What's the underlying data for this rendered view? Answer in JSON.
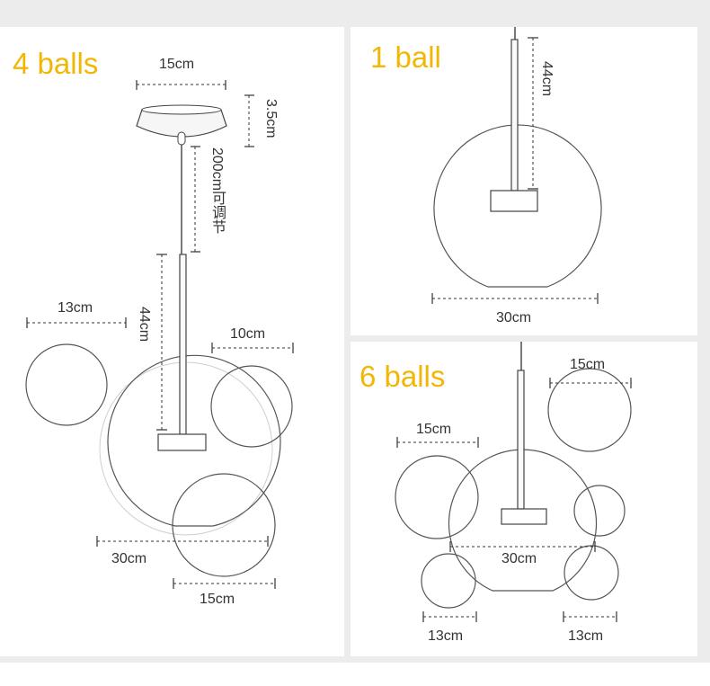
{
  "panels": {
    "four_balls": {
      "title": "4 balls",
      "canopy_width": "15cm",
      "canopy_height": "3.5cm",
      "cable_length": "200cm可调节",
      "rod_length": "44cm",
      "left_ball": "13cm",
      "right_ball": "10cm",
      "main_ball": "30cm",
      "bottom_ball": "15cm"
    },
    "one_ball": {
      "title": "1 ball",
      "rod_length": "44cm",
      "main_ball": "30cm"
    },
    "six_balls": {
      "title": "6 balls",
      "top_right_ball": "15cm",
      "left_ball": "15cm",
      "main_ball": "30cm",
      "bottom_left_ball": "13cm",
      "bottom_right_ball": "13cm"
    }
  },
  "colors": {
    "title": "#f2b705",
    "background": "#ececec",
    "panel": "#ffffff"
  }
}
